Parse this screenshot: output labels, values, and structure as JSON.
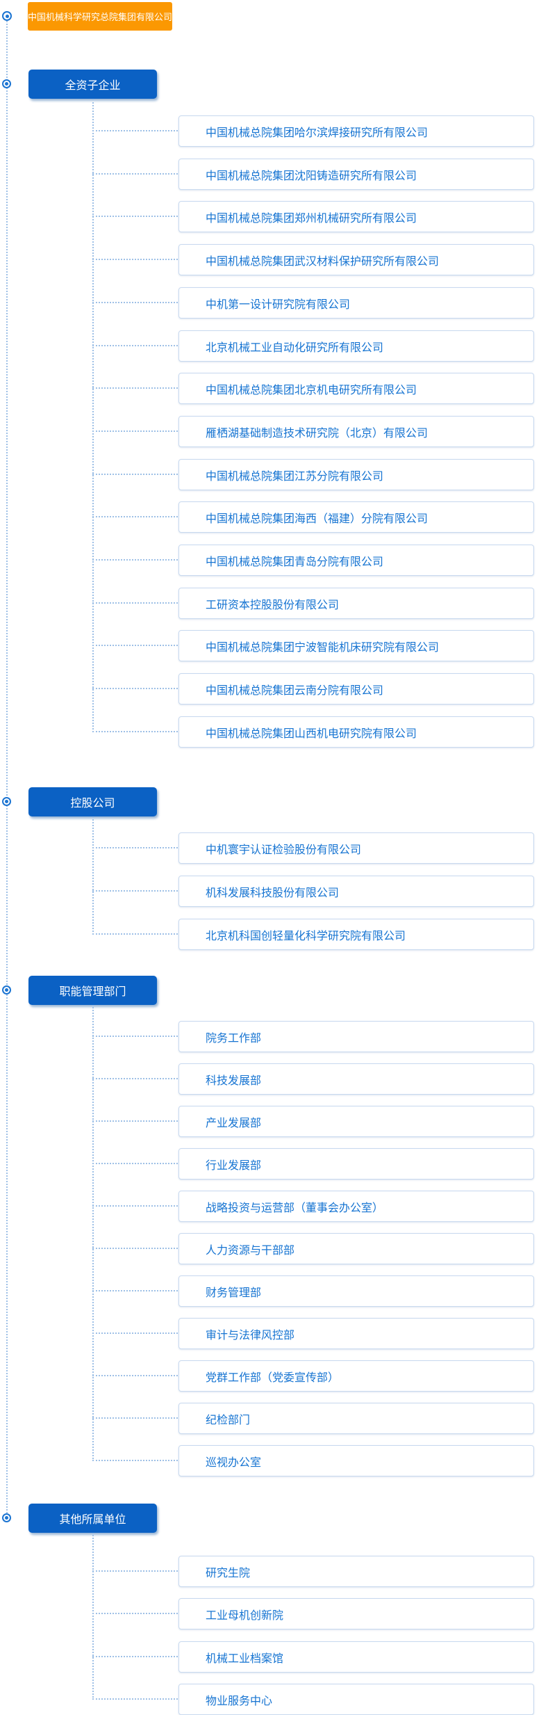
{
  "root": {
    "label": "中国机械科学研究总院集团有限公司"
  },
  "sections": [
    {
      "label": "全资子企业",
      "children": [
        {
          "label": "中国机械总院集团哈尔滨焊接研究所有限公司"
        },
        {
          "label": "中国机械总院集团沈阳铸造研究所有限公司"
        },
        {
          "label": "中国机械总院集团郑州机械研究所有限公司"
        },
        {
          "label": "中国机械总院集团武汉材料保护研究所有限公司"
        },
        {
          "label": "中机第一设计研究院有限公司"
        },
        {
          "label": "北京机械工业自动化研究所有限公司"
        },
        {
          "label": "中国机械总院集团北京机电研究所有限公司"
        },
        {
          "label": "雁栖湖基础制造技术研究院（北京）有限公司"
        },
        {
          "label": "中国机械总院集团江苏分院有限公司"
        },
        {
          "label": "中国机械总院集团海西（福建）分院有限公司"
        },
        {
          "label": "中国机械总院集团青岛分院有限公司"
        },
        {
          "label": "工研资本控股股份有限公司"
        },
        {
          "label": "中国机械总院集团宁波智能机床研究院有限公司"
        },
        {
          "label": "中国机械总院集团云南分院有限公司"
        },
        {
          "label": "中国机械总院集团山西机电研究院有限公司"
        }
      ]
    },
    {
      "label": "控股公司",
      "children": [
        {
          "label": "中机寰宇认证检验股份有限公司"
        },
        {
          "label": "机科发展科技股份有限公司"
        },
        {
          "label": "北京机科国创轻量化科学研究院有限公司"
        }
      ]
    },
    {
      "label": "职能管理部门",
      "children": [
        {
          "label": "院务工作部"
        },
        {
          "label": "科技发展部"
        },
        {
          "label": "产业发展部"
        },
        {
          "label": "行业发展部"
        },
        {
          "label": "战略投资与运营部（董事会办公室）"
        },
        {
          "label": "人力资源与干部部"
        },
        {
          "label": "财务管理部"
        },
        {
          "label": "审计与法律风控部"
        },
        {
          "label": "党群工作部（党委宣传部）"
        },
        {
          "label": "纪检部门"
        },
        {
          "label": "巡视办公室"
        }
      ]
    },
    {
      "label": "其他所属单位",
      "children": [
        {
          "label": "研究生院"
        },
        {
          "label": "工业母机创新院"
        },
        {
          "label": "机械工业档案馆"
        },
        {
          "label": "物业服务中心"
        }
      ]
    }
  ],
  "colors": {
    "root_bg": "#FB9802",
    "section_bg": "#0B61C4",
    "node_text": "#1674D2",
    "node_border": "#C8D9EF",
    "dotted_line": "#9EC0E6",
    "bullet": "#1B74D2"
  }
}
